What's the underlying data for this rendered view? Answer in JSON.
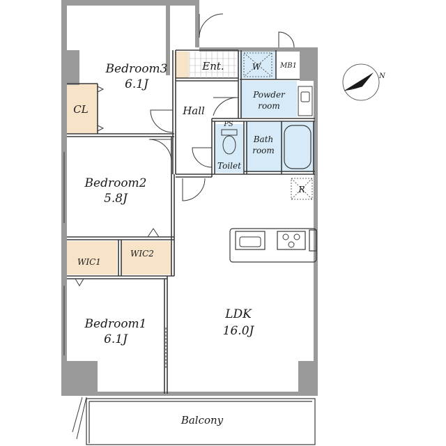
{
  "rooms": {
    "bedroom3": {
      "name": "Bedroom3",
      "size": "6.1J"
    },
    "bedroom2": {
      "name": "Bedroom2",
      "size": "5.8J"
    },
    "bedroom1": {
      "name": "Bedroom1",
      "size": "6.1J"
    },
    "ldk": {
      "name": "LDK",
      "size": "16.0J"
    },
    "cl": {
      "name": "CL"
    },
    "wic1": {
      "name": "WIC1"
    },
    "wic2": {
      "name": "WIC2"
    },
    "ent": {
      "name": "Ent."
    },
    "hall": {
      "name": "Hall"
    },
    "w": {
      "name": "W"
    },
    "mb": {
      "name": "MB1"
    },
    "powder": {
      "line1": "Powder",
      "line2": "room"
    },
    "bath": {
      "line1": "Bath",
      "line2": "room"
    },
    "toilet": {
      "name": "Toilet"
    },
    "ps": {
      "name": "PS"
    },
    "r": {
      "name": "R"
    },
    "balcony": {
      "name": "Balcony"
    }
  },
  "compass": {
    "label": "N"
  },
  "colors": {
    "wall": "#9a9a9a",
    "closet": "#f7e3c8",
    "wet": "#d6ebf7",
    "line": "#3a3a3a"
  }
}
